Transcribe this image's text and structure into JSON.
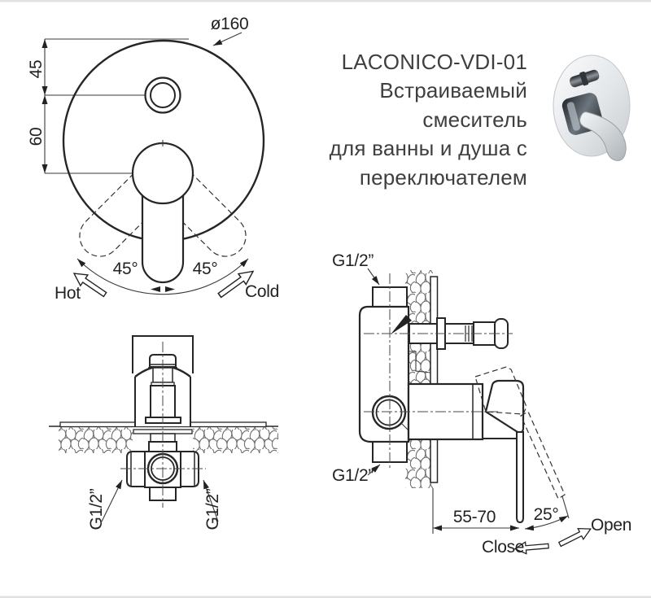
{
  "title_block": {
    "lines": [
      "LACONICO-VDI-01",
      "Встраиваемый",
      "смеситель",
      "для ванны и душа с",
      "переключателем"
    ]
  },
  "front_view": {
    "diameter": "ø160",
    "dim_top": "45",
    "dim_bottom": "60",
    "swing_left": "45°",
    "swing_right": "45°",
    "hot": "Hot",
    "cold": "Cold"
  },
  "wall_section_view": {
    "thread_left": "G1/2”",
    "thread_right": "G1/2”"
  },
  "side_section_view": {
    "thread_top": "G1/2”",
    "thread_bottom": "G1/2”",
    "mount_depth": "55-70",
    "open_angle": "25°",
    "open": "Open",
    "close": "Close"
  },
  "colors": {
    "background": "#ffffff",
    "line": "#262626",
    "pebble": "#6e6e6e",
    "title_text": "#3f3f3f"
  }
}
